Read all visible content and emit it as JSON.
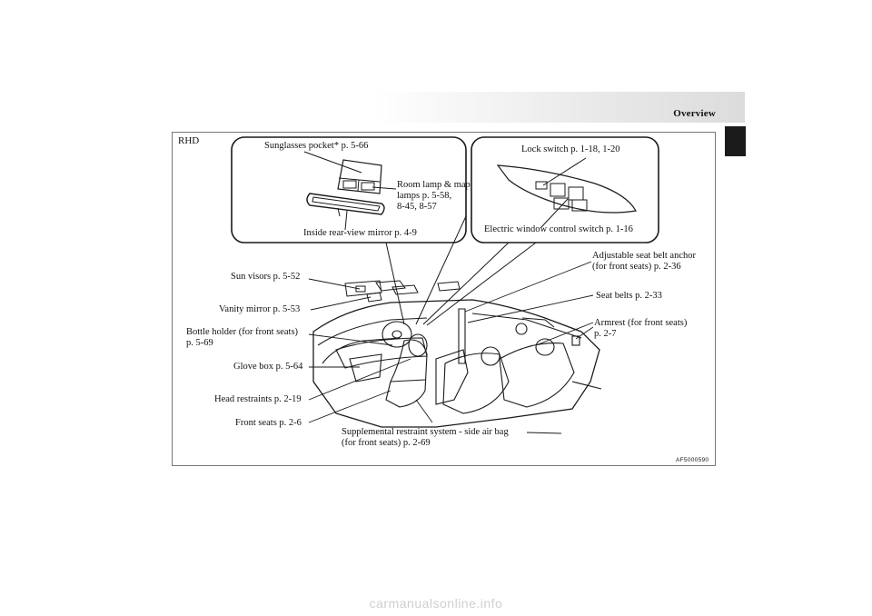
{
  "header": {
    "title": "Overview"
  },
  "figure": {
    "region_tag": "RHD",
    "code": "AF5000590",
    "callouts": {
      "sunglasses_pocket": "Sunglasses pocket* p. 5-66",
      "room_lamp": [
        "Room lamp & map",
        "lamps p. 5-58,",
        "8-45, 8-57"
      ],
      "rearview_mirror": "Inside rear-view mirror p. 4-9",
      "lock_switch": "Lock switch p. 1-18, 1-20",
      "window_switch": "Electric window control switch p. 1-16",
      "sun_visors": "Sun visors p. 5-52",
      "vanity_mirror": "Vanity mirror p. 5-53",
      "bottle_holder": [
        "Bottle holder (for front seats)",
        "p. 5-69"
      ],
      "glove_box": "Glove box p. 5-64",
      "head_restraints": "Head restraints p. 2-19",
      "front_seats": "Front seats p. 2-6",
      "side_airbag": [
        "Supplemental restraint system - side air bag",
        "(for front seats) p. 2-69"
      ],
      "seat_belt_anchor": [
        "Adjustable seat belt anchor",
        "(for front seats) p. 2-36"
      ],
      "seat_belts": "Seat belts p. 2-33",
      "armrest": [
        "Armrest (for front seats)",
        "p. 2-7"
      ]
    }
  },
  "footer": {
    "watermark": "carmanualsonline.info"
  }
}
